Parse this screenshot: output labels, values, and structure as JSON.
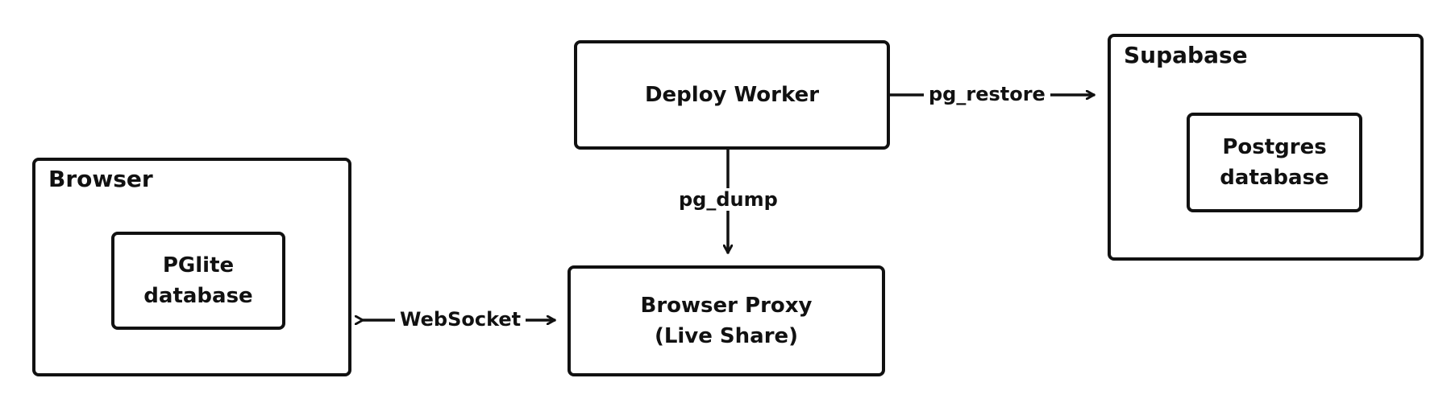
{
  "nodes": {
    "deploy_worker": {
      "label": "Deploy Worker"
    },
    "supabase": {
      "title": "Supabase",
      "inner": {
        "line1": "Postgres",
        "line2": "database"
      }
    },
    "browser": {
      "title": "Browser",
      "inner": {
        "line1": "PGlite",
        "line2": "database"
      }
    },
    "browser_proxy": {
      "line1": "Browser Proxy",
      "line2": "(Live Share)"
    }
  },
  "edges": {
    "pg_restore": "pg_restore",
    "pg_dump": "pg_dump",
    "websocket": "WebSocket"
  }
}
